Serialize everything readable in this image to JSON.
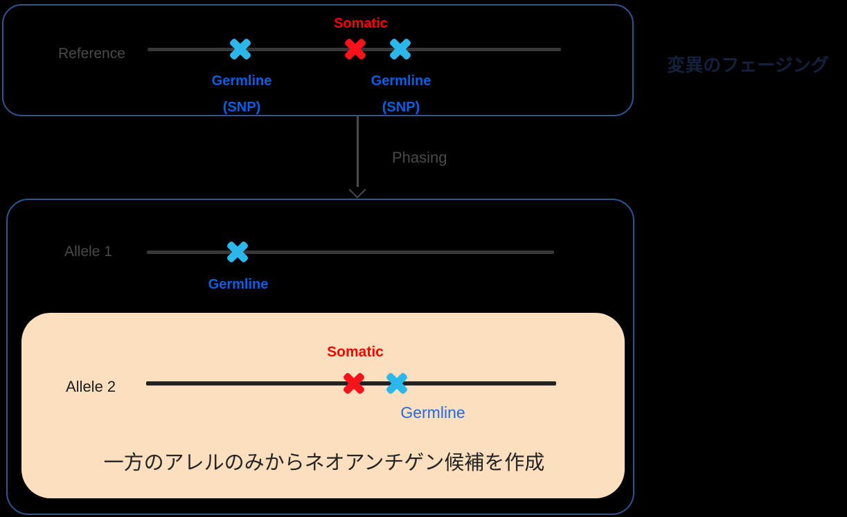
{
  "side_note": {
    "text": "変異のフェージング"
  },
  "reference_panel": {
    "label": "Reference",
    "somatic_label": "Somatic",
    "germline1": {
      "name": "Germline",
      "type": "(SNP)"
    },
    "germline2": {
      "name": "Germline",
      "type": "(SNP)"
    }
  },
  "phasing": {
    "label": "Phasing"
  },
  "phased_panel": {
    "allele1": {
      "label": "Allele 1",
      "germline_label": "Germline"
    },
    "allele2": {
      "label": "Allele 2",
      "somatic_label": "Somatic",
      "germline_label": "Germline",
      "caption": "一方のアレルのみからネオアンチゲン候補を作成"
    }
  },
  "colors": {
    "background": "#000000",
    "panel_border_blue": "#2e5693",
    "highlight_fill_peach": "#fcdfbe",
    "somatic_red": "#f8121a",
    "germline_marker_cyan": "#2bb7ea",
    "germline_text_blue": "#0b5fe2",
    "germline_text_blue_on_peach": "#2767e0",
    "muted_gray_text": "#4a4a4a",
    "track_gray": "#383838",
    "track_black": "#222222",
    "side_note_navy": "#14213d"
  }
}
